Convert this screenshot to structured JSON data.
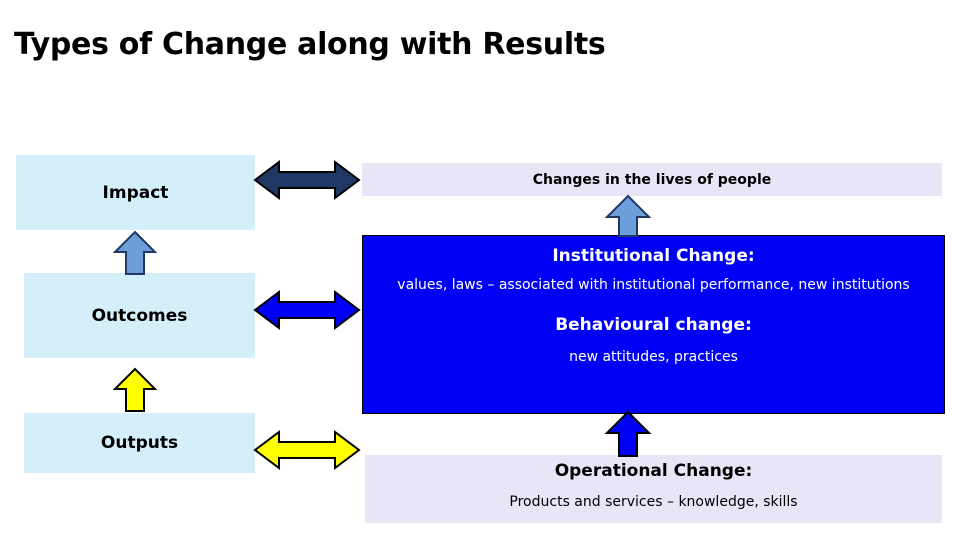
{
  "slide": {
    "title": "Types of Change along with Results",
    "background_color": "#FFFFFF"
  },
  "left_column": {
    "items": [
      {
        "label": "Impact",
        "bg": "#D5EFFA"
      },
      {
        "label": "Outcomes",
        "bg": "#D5EFFA"
      },
      {
        "label": "Outputs",
        "bg": "#D5EFFA"
      }
    ]
  },
  "right_column": {
    "impact_strip": {
      "text": "Changes in the lives of people",
      "bg": "#E7E6F7"
    },
    "blue_panel": {
      "bg": "#0000F5",
      "blocks": [
        {
          "heading": "Institutional Change:",
          "body": "values, laws – associated with institutional performance, new institutions"
        },
        {
          "heading": "Behavioural change:",
          "body": "new attitudes, practices"
        }
      ]
    },
    "operational_strip": {
      "heading": "Operational Change:",
      "body": "Products and services – knowledge, skills",
      "bg": "#E7E6F7"
    }
  },
  "connectors": {
    "horizontal_double_arrows": [
      {
        "name": "impact-link",
        "color": "#1F3864",
        "outline": "#000000"
      },
      {
        "name": "outcomes-link",
        "color": "#0000F5",
        "outline": "#000000"
      },
      {
        "name": "outputs-link",
        "color": "#FFFF00",
        "outline": "#000000"
      }
    ],
    "vertical_up_arrows": [
      {
        "name": "outcomes-to-impact",
        "color": "#6D9EDA",
        "outline": "#1F3864"
      },
      {
        "name": "outputs-to-outcomes",
        "color": "#FFFF00",
        "outline": "#000000"
      },
      {
        "name": "institutional-to-lives",
        "color": "#6D9EDA",
        "outline": "#1F3864"
      },
      {
        "name": "operational-to-blue",
        "color": "#0000F5",
        "outline": "#000000"
      }
    ]
  }
}
